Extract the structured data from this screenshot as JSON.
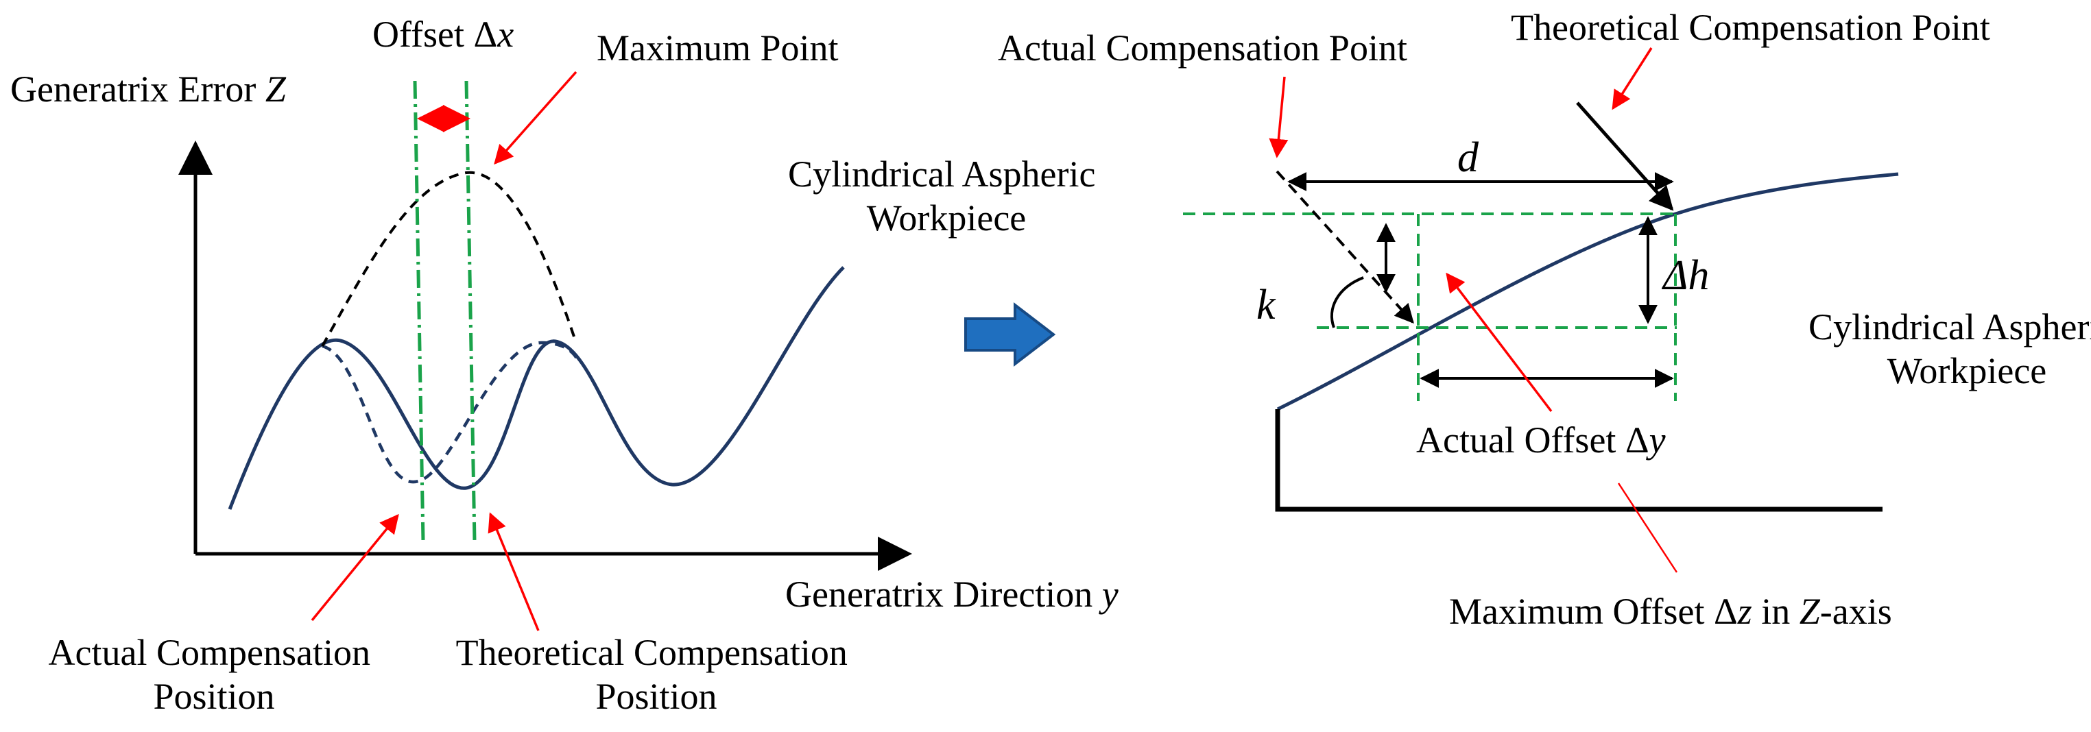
{
  "colors": {
    "curve": "#1f3864",
    "guide_green": "#1aa34a",
    "pointer_red": "#ff0000",
    "arrow_blue": "#1f6fbf",
    "arrow_blue_dark": "#174a84",
    "ink": "#000000"
  },
  "left_panel": {
    "axis_z_label": "Generatrix Error ",
    "axis_z_symbol": "Z",
    "axis_y_label": "Generatrix Direction ",
    "axis_y_symbol": "y",
    "offset_label": "Offset Δ",
    "offset_symbol": "x",
    "maximum_point": "Maximum Point",
    "workpiece_line1": "Cylindrical Aspheric",
    "workpiece_line2": "Workpiece",
    "actual_position_line1": "Actual Compensation",
    "actual_position_line2": "Position",
    "theoretical_position_line1": "Theoretical Compensation",
    "theoretical_position_line2": "Position"
  },
  "transition_icon": "right-arrow-icon",
  "right_panel": {
    "actual_point": "Actual Compensation Point",
    "theoretical_point": "Theoretical Compensation Point",
    "d_symbol": "d",
    "k_symbol": "k",
    "delta_h_symbol": "Δh",
    "workpiece_line1": "Cylindrical Aspheric",
    "workpiece_line2": "Workpiece",
    "actual_offset_label": "Actual Offset Δ",
    "actual_offset_symbol": "y",
    "max_offset_prefix": "Maximum Offset Δ",
    "max_offset_symbol": "z",
    "max_offset_middle": " in ",
    "max_offset_axis": "Z",
    "max_offset_suffix": "-axis"
  }
}
